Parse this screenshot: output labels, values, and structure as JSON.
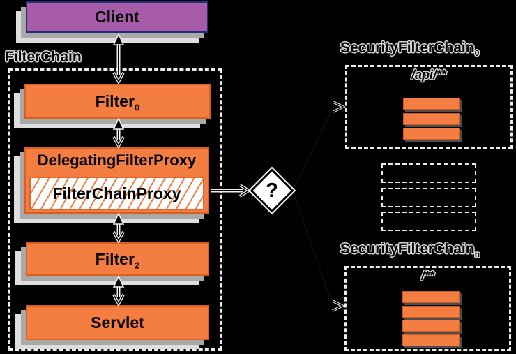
{
  "colors": {
    "filter_orange": "#f47d42",
    "orange_border": "#d9601f",
    "client_purple": "#a65ca8",
    "client_border": "#1f2d7a",
    "shadow_mid": "#a9a9a9",
    "shadow_light": "#dedede",
    "dashed_line": "#ececec",
    "hatch_line": "#ef7f47"
  },
  "client": {
    "label": "Client"
  },
  "filter_chain": {
    "label": "FilterChain",
    "boxes": {
      "filter0": {
        "base": "Filter",
        "sub": "0"
      },
      "delegating": {
        "label": "DelegatingFilterProxy"
      },
      "filter_chain_proxy": {
        "label": "FilterChainProxy"
      },
      "filter2": {
        "base": "Filter",
        "sub": "2"
      },
      "servlet": {
        "label": "Servlet"
      }
    }
  },
  "decision": {
    "label": "?"
  },
  "security_filter_chains": [
    {
      "base": "SecurityFilterChain",
      "sub": "0",
      "pattern": "/api/**",
      "filter_count": 3
    },
    {
      "base": "SecurityFilterChain",
      "sub": "n",
      "pattern": "/**",
      "filter_count": 4
    }
  ],
  "ellipsis_box_count": 3
}
